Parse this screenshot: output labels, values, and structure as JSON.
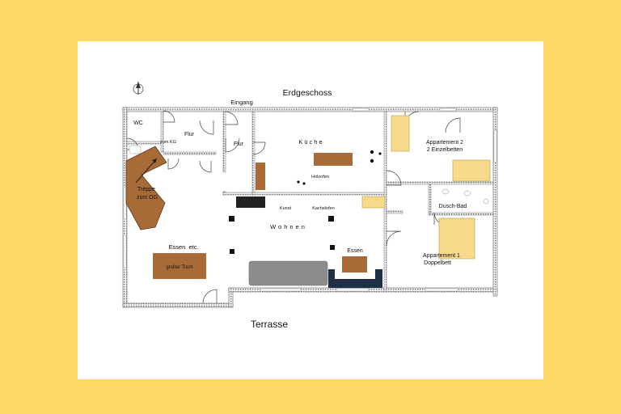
{
  "title": "Erdgeschoss",
  "bottom_label": "Terrasse",
  "colors": {
    "background": "#FFD966",
    "sheet": "#FFFFFF",
    "wall": "#6E6E6E",
    "wood": "#A86B38",
    "bed": "#F7D98B",
    "sofa": "#8C8C8C",
    "dark_sofa": "#1F2F46"
  },
  "rooms": {
    "wc": "WC",
    "flur_left": "Flur",
    "zum_kg": "zum KG",
    "eingang": "Eingang",
    "flur_mid": "Flur",
    "kueche": "Küche",
    "holzofen": "Holzofen",
    "treppe_line1": "Treppe",
    "treppe_line2": "zum OG",
    "kunst": "Kunst",
    "kachelofen": "Kachelofen",
    "wohnen": "Wohnen",
    "essen_etc": "Essen  etc.",
    "grosser_tisch": "großer Tisch",
    "essen": "Essen",
    "app2_line1": "Appartement 2",
    "app2_line2": "2 Einzelbetten",
    "dusch_bad": "Dusch-Bad",
    "app1_line1": "Appartement 1",
    "app1_line2": "Doppelbett"
  },
  "icons": {
    "north": "north-arrow-icon"
  }
}
